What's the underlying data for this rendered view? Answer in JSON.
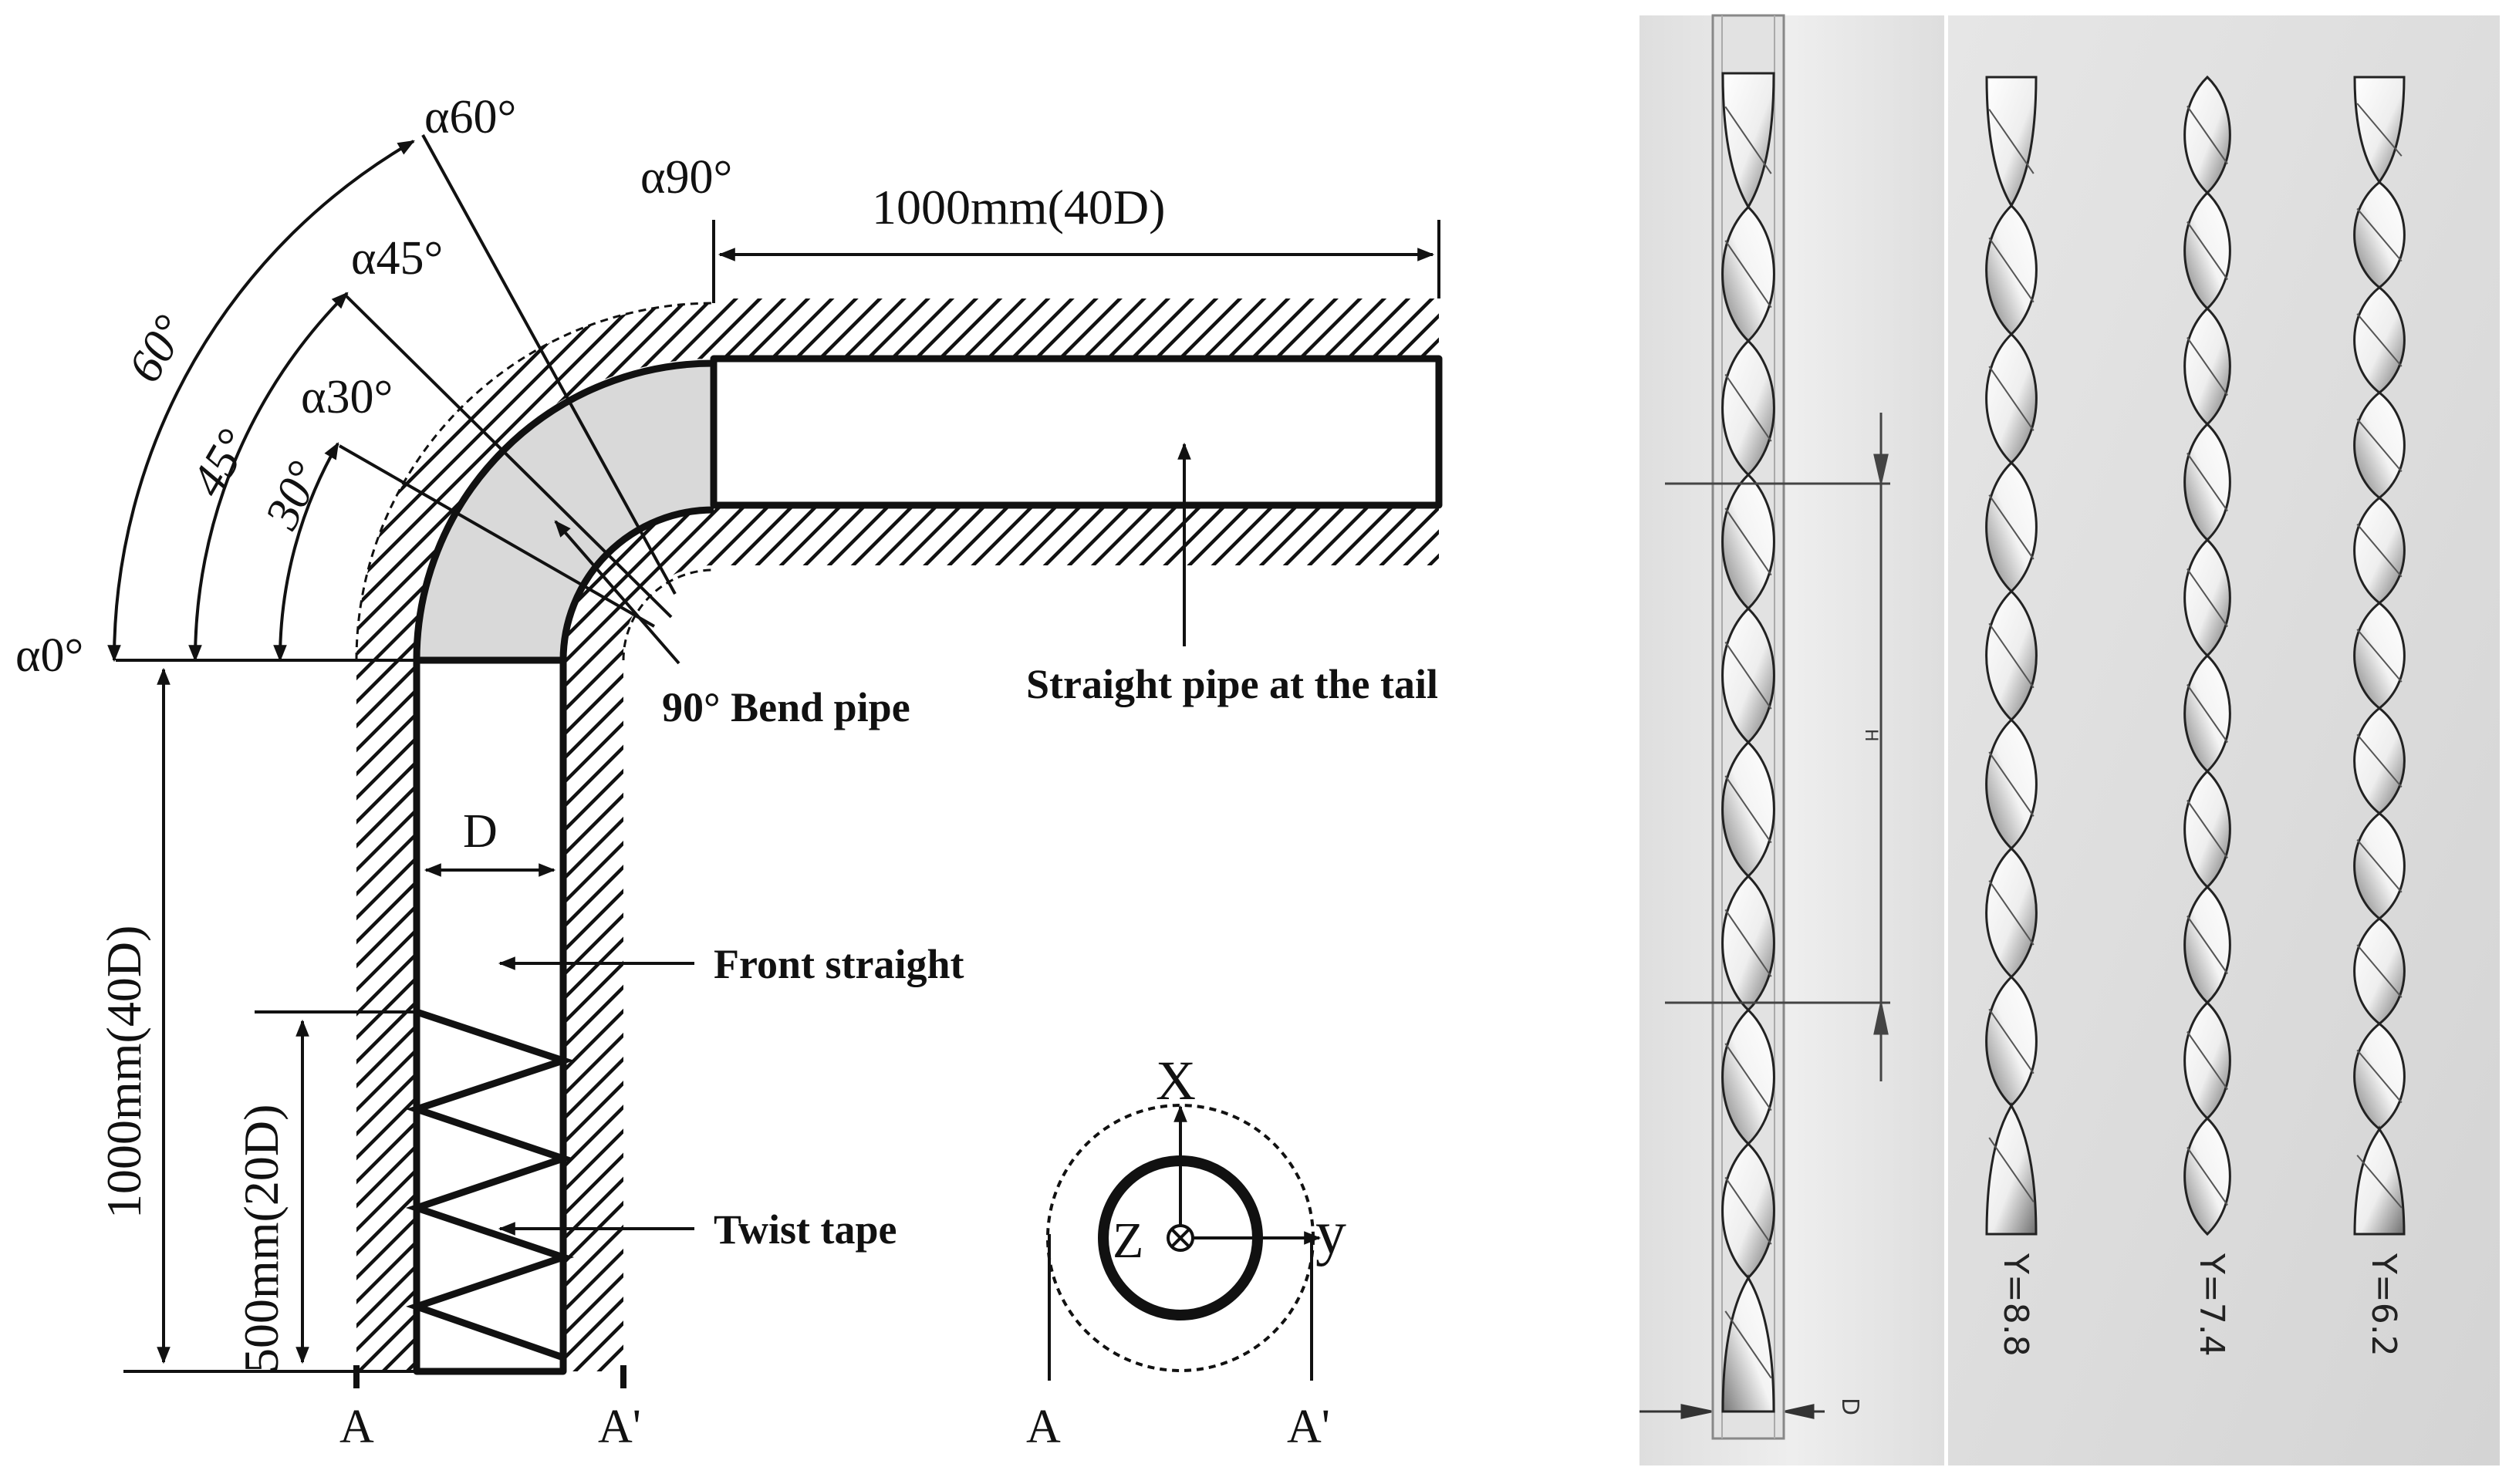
{
  "schematic": {
    "angles": {
      "a0": "α0°",
      "a30": "α30°",
      "a45": "α45°",
      "a60": "α60°",
      "a90": "α90°"
    },
    "arc_labels": {
      "deg60": "60°",
      "deg45": "45°",
      "deg30": "30°"
    },
    "dimensions": {
      "tail_length": "1000mm(40D)",
      "front_length": "1000mm(40D)",
      "tape_length": "500mm(20D)",
      "diameter": "D"
    },
    "labels": {
      "bend_pipe": "90° Bend pipe",
      "straight_tail": "Straight pipe at the tail",
      "front_straight": "Front straight",
      "twist_tape": "Twist tape"
    },
    "section_marks": {
      "a_left": "A",
      "a_prime_left": "A'",
      "a_right": "A",
      "a_prime_right": "A'"
    },
    "axes": {
      "x": "X",
      "y": "y",
      "z": "Z"
    }
  },
  "tape_render": {
    "pitch_label": "H",
    "diameter_label": "D",
    "tapes": [
      {
        "label": "Y=8.8"
      },
      {
        "label": "Y=7.4"
      },
      {
        "label": "Y=6.2"
      }
    ]
  },
  "colors": {
    "ink": "#111111",
    "bend_fill": "#d9d9d9",
    "render_bg_left": "#e4e4e4",
    "render_bg_right": "#dcdcdc"
  }
}
